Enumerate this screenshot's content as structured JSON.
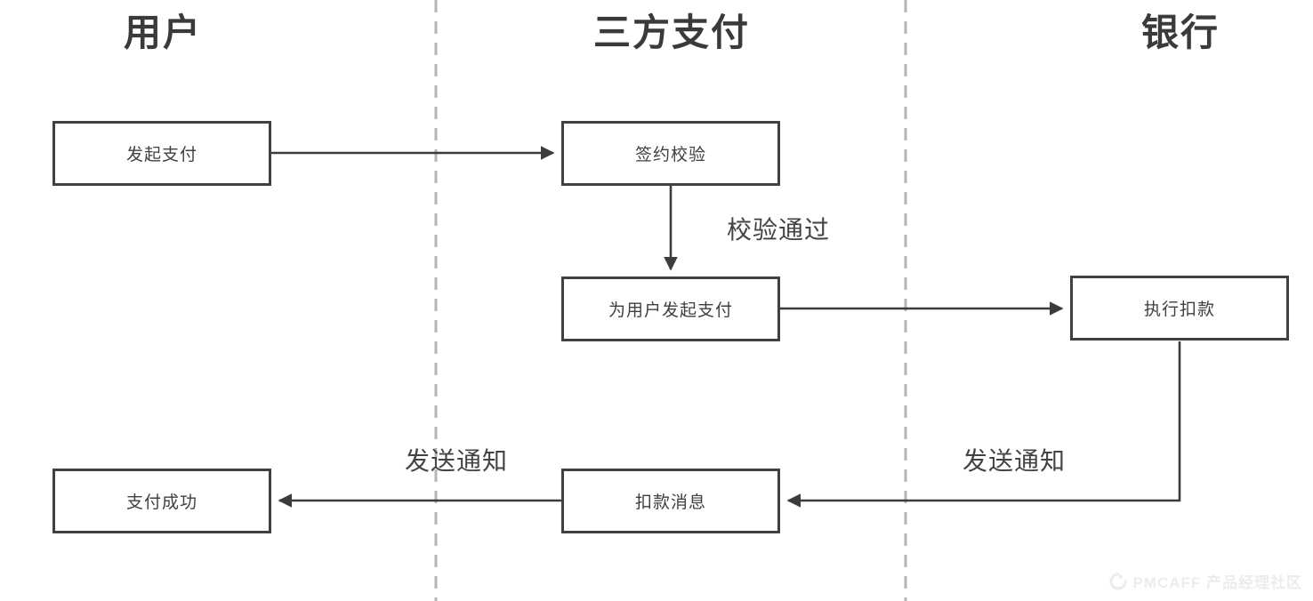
{
  "diagram": {
    "type": "swimlane-flowchart",
    "lanes": [
      {
        "title": "用户"
      },
      {
        "title": "三方支付"
      },
      {
        "title": "银行"
      }
    ],
    "nodes": [
      {
        "id": "initiate-payment",
        "lane": "用户",
        "label": "发起支付"
      },
      {
        "id": "contract-verify",
        "lane": "三方支付",
        "label": "签约校验"
      },
      {
        "id": "pay-for-user",
        "lane": "三方支付",
        "label": "为用户发起支付"
      },
      {
        "id": "execute-deduction",
        "lane": "银行",
        "label": "执行扣款"
      },
      {
        "id": "payment-success",
        "lane": "用户",
        "label": "支付成功"
      },
      {
        "id": "deduction-message",
        "lane": "三方支付",
        "label": "扣款消息"
      }
    ],
    "edges": [
      {
        "from": "initiate-payment",
        "to": "contract-verify",
        "label": ""
      },
      {
        "from": "contract-verify",
        "to": "pay-for-user",
        "label": "校验通过"
      },
      {
        "from": "pay-for-user",
        "to": "execute-deduction",
        "label": ""
      },
      {
        "from": "execute-deduction",
        "to": "deduction-message",
        "label": "发送通知"
      },
      {
        "from": "deduction-message",
        "to": "payment-success",
        "label": "发送通知"
      }
    ],
    "edge_labels": [
      {
        "id": "verify-passed",
        "label": "校验通过"
      },
      {
        "id": "send-notice-left",
        "label": "发送通知"
      },
      {
        "id": "send-notice-right",
        "label": "发送通知"
      }
    ],
    "colors": {
      "background": "#ffffff",
      "box_border": "#404040",
      "box_text": "#3f3f3f",
      "arrow": "#3c3c3c",
      "lane_divider": "#b5b5b5",
      "title_text": "#3a3a3a",
      "watermark_text": "#ececec"
    },
    "watermark": {
      "text": "PMCAFF 产品经理社区"
    }
  }
}
